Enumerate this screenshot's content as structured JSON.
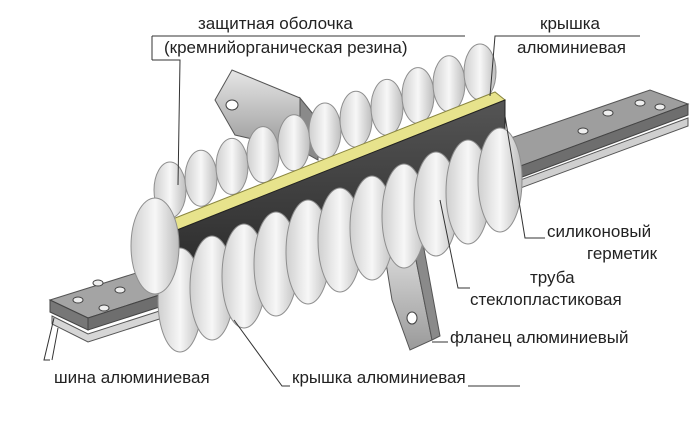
{
  "labels": {
    "sheath_line1": "защитная оболочка",
    "sheath_line2": "(кремнийорганическая резина)",
    "cap_top_line1": "крышка",
    "cap_top_line2": "алюминиевая",
    "sealant_line1": "силиконовый",
    "sealant_line2": "герметик",
    "tube_line1": "труба",
    "tube_line2": "стеклопластиковая",
    "flange": "фланец алюминиевый",
    "bus": "шина алюминиевая",
    "cap_bottom": "крышка алюминиевая"
  },
  "colors": {
    "rubber_light": "#f4f4f4",
    "rubber_shade": "#b9b9b9",
    "metal_light": "#d9d9d9",
    "metal_dark": "#8c8c8c",
    "rod_dark": "#3c3c3c",
    "tube_yellow": "#e7e38c",
    "leader": "#333333"
  }
}
